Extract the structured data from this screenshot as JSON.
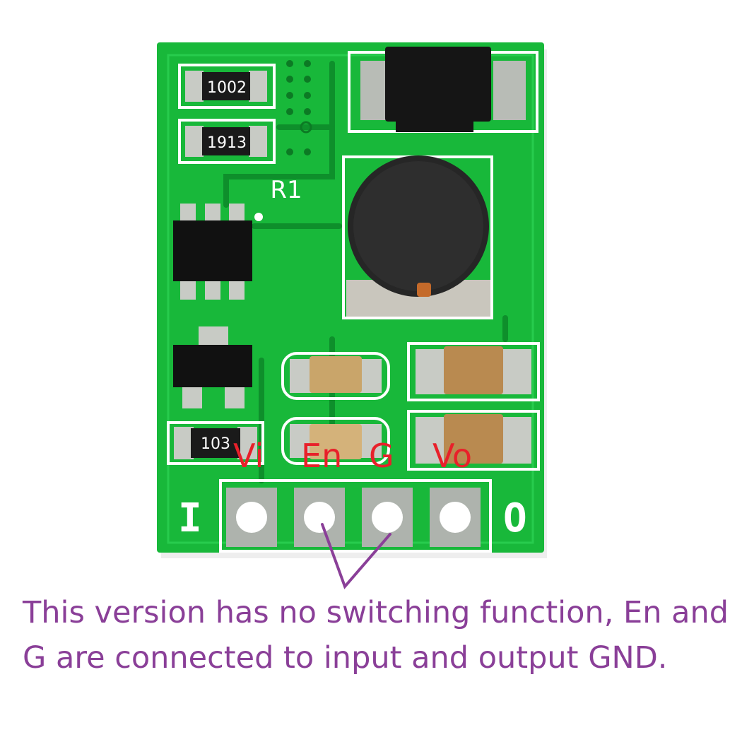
{
  "board": {
    "resistor_top_code": "1002",
    "resistor_mid_code": "1913",
    "silk_r1": "R1",
    "resistor_bottom_code": "103"
  },
  "pins": {
    "vi": "Vi",
    "en": "En",
    "g": "G",
    "vo": "Vo",
    "side_input": "I",
    "side_output": "O"
  },
  "caption": {
    "line1": "This version has no switching function, En and",
    "line2": "G are connected to input and output GND."
  },
  "colors": {
    "pcb": "#18b83a",
    "label": "#e8202a",
    "annotation": "#8a3f98"
  }
}
